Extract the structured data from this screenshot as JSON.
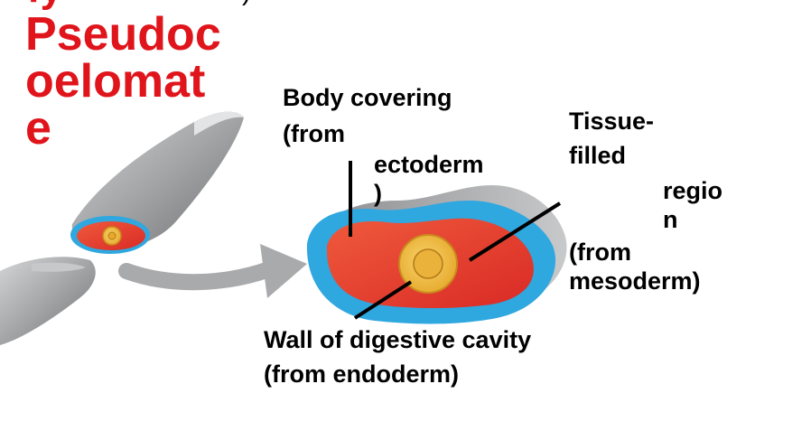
{
  "title": {
    "cut_top_text": "fy",
    "cut_paren": ")",
    "lines": [
      "Pseudoc",
      "oelomat",
      "e"
    ]
  },
  "labels": {
    "body_covering_l1": "Body covering",
    "body_covering_l2": "(from",
    "body_covering_l3": "ectoderm",
    "body_covering_l4": ")",
    "tissue_l1": "Tissue-",
    "tissue_l2": "filled",
    "tissue_l3": "regio",
    "tissue_l4": "n",
    "tissue_l5": "(from",
    "tissue_l6": "mesoderm)",
    "wall_l1": "Wall of digestive cavity",
    "wall_l2": "(from endoderm)"
  },
  "colors": {
    "title_red": "#e0141b",
    "ectoderm_blue": "#2fa7df",
    "mesoderm_red": "#e8372c",
    "endoderm_yellow": "#f2c24a",
    "body_gray": "#9a9b9d"
  }
}
